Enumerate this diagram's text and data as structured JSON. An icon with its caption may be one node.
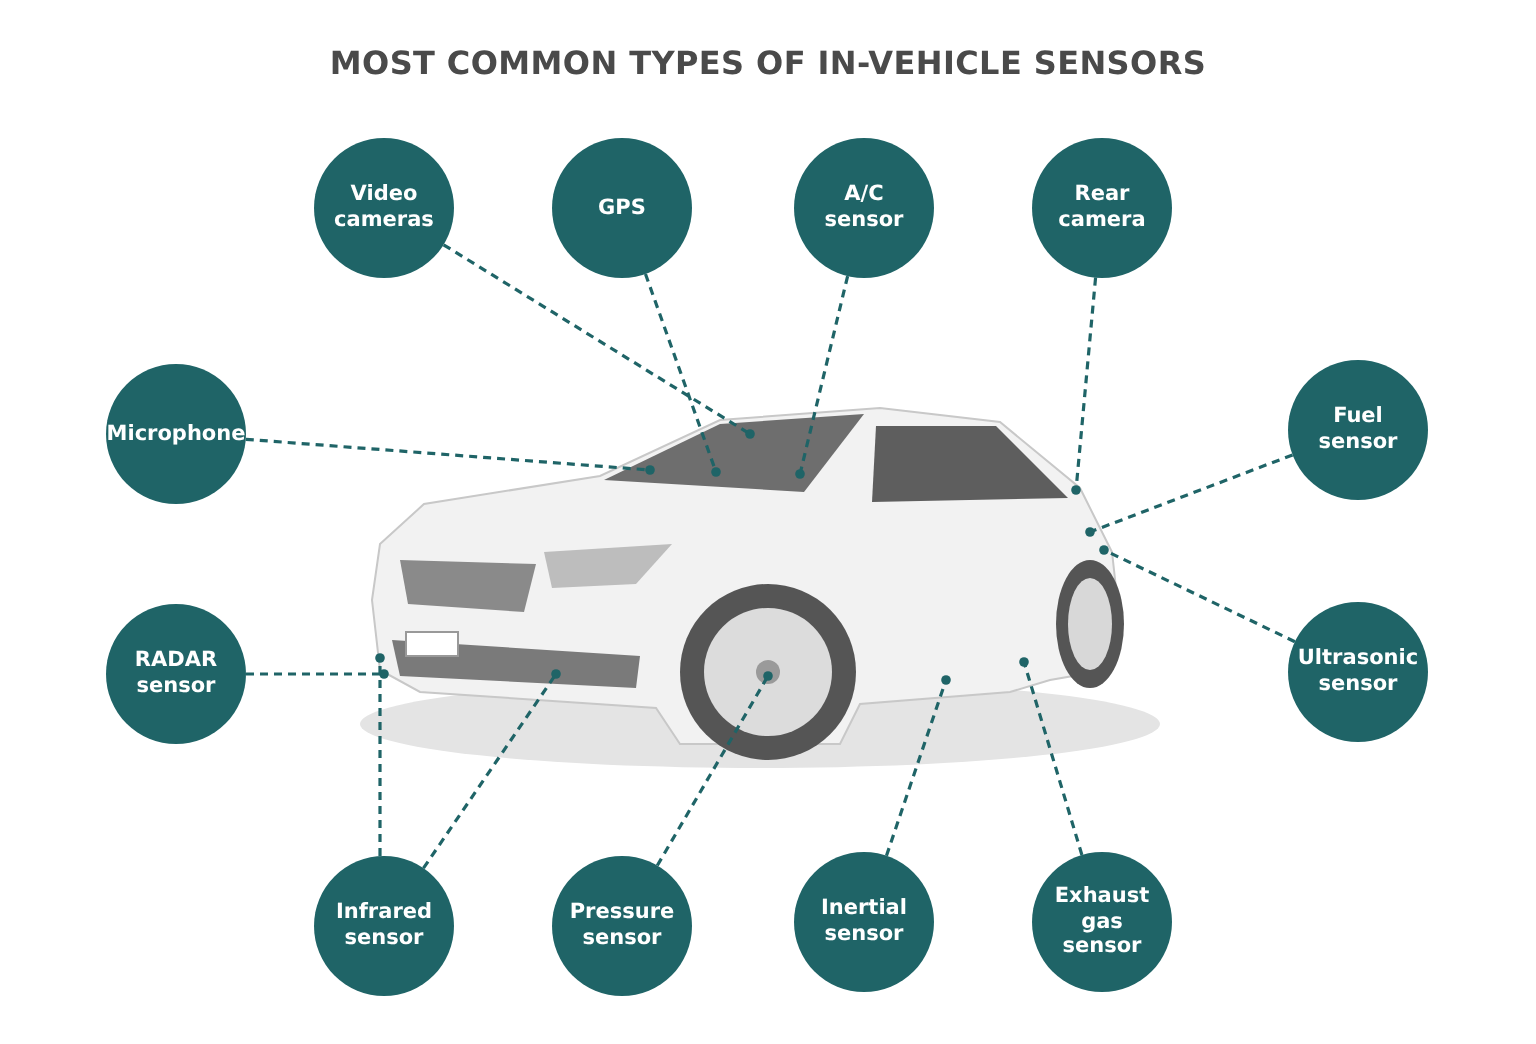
{
  "diagram": {
    "title": "MOST COMMON TYPES OF IN-VEHICLE SENSORS",
    "nodes": [
      {
        "text": [
          "Video cameras"
        ]
      },
      {
        "text": [
          "GPS"
        ]
      },
      {
        "text": [
          "A/C sensor"
        ]
      },
      {
        "text": [
          "Rear camera"
        ]
      },
      {
        "text": [
          "Microphone"
        ]
      },
      {
        "text": [
          "Fuel sensor"
        ]
      },
      {
        "text": [
          "RADAR sensor"
        ]
      },
      {
        "text": [
          "Ultrasonic sensor"
        ]
      },
      {
        "text": [
          "Infrared sensor"
        ]
      },
      {
        "text": [
          "Pressure sensor"
        ]
      },
      {
        "text": [
          "Inertial sensor"
        ]
      },
      {
        "text": [
          "Exhaust gas sensor"
        ]
      }
    ],
    "edges": [
      {
        "from": 0,
        "to": null,
        "arrow": "other",
        "style": "dashed"
      },
      {
        "from": 1,
        "to": null,
        "arrow": "other",
        "style": "dashed"
      },
      {
        "from": 2,
        "to": null,
        "arrow": "other",
        "style": "dashed"
      },
      {
        "from": 3,
        "to": null,
        "arrow": "other",
        "style": "dashed"
      },
      {
        "from": 4,
        "to": null,
        "arrow": "other",
        "style": "dashed"
      },
      {
        "from": 5,
        "to": null,
        "arrow": "other",
        "style": "dashed"
      },
      {
        "from": 6,
        "to": null,
        "arrow": "other",
        "style": "dashed"
      },
      {
        "from": 7,
        "to": null,
        "arrow": "other",
        "style": "dashed"
      },
      {
        "from": 8,
        "to": null,
        "arrow": "other",
        "style": "dashed"
      },
      {
        "from": 8,
        "to": null,
        "arrow": "other",
        "style": "dashed"
      },
      {
        "from": 9,
        "to": null,
        "arrow": "other",
        "style": "dashed"
      },
      {
        "from": 10,
        "to": null,
        "arrow": "other",
        "style": "dashed"
      },
      {
        "from": 11,
        "to": null,
        "arrow": "other",
        "style": "dashed"
      }
    ]
  }
}
